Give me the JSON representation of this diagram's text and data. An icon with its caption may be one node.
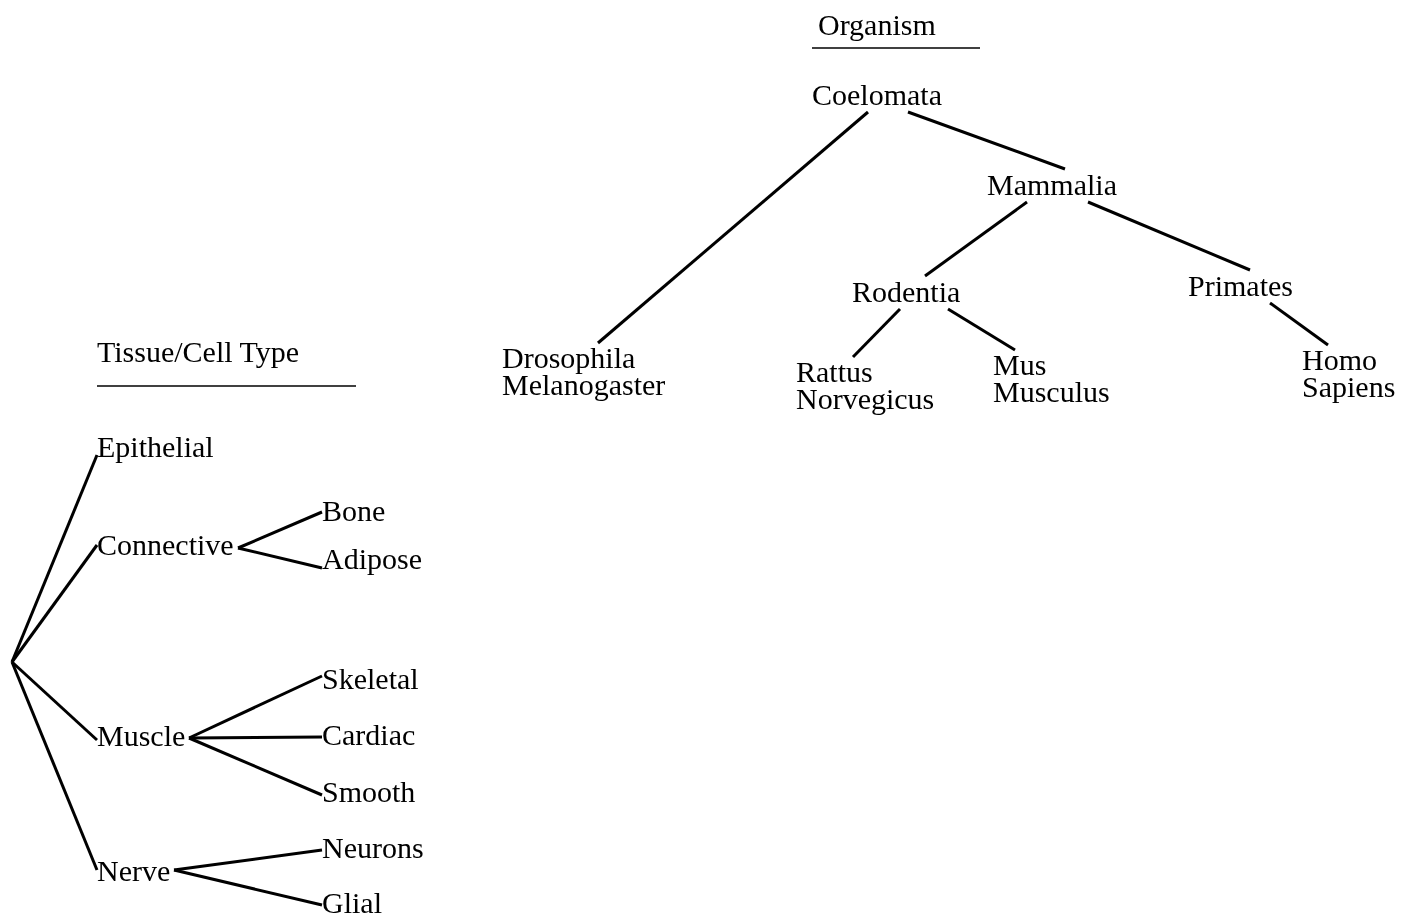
{
  "diagram": {
    "nodes": [
      {
        "text": [
          "Coelomata"
        ]
      },
      {
        "text": [
          "Mammalia"
        ]
      },
      {
        "text": [
          "Rodentia"
        ]
      },
      {
        "text": [
          "Primates"
        ]
      },
      {
        "text": [
          "Drosophila Melanogaster"
        ]
      },
      {
        "text": [
          "Rattus Norvegicus"
        ]
      },
      {
        "text": [
          "Mus Musculus"
        ]
      },
      {
        "text": [
          "Homo Sapiens"
        ]
      },
      {
        "text": [
          "Epithelial"
        ]
      },
      {
        "text": [
          "Connective"
        ]
      },
      {
        "text": [
          "Bone"
        ]
      },
      {
        "text": [
          "Adipose"
        ]
      },
      {
        "text": [
          "Muscle"
        ]
      },
      {
        "text": [
          "Skeletal"
        ]
      },
      {
        "text": [
          "Cardiac"
        ]
      },
      {
        "text": [
          "Smooth"
        ]
      },
      {
        "text": [
          "Nerve"
        ]
      },
      {
        "text": [
          "Neurons"
        ]
      },
      {
        "text": [
          "Glial"
        ]
      }
    ],
    "edges": [
      {
        "from": 0,
        "to": 4,
        "arrow": "none"
      },
      {
        "from": 0,
        "to": 1,
        "arrow": "none"
      },
      {
        "from": 1,
        "to": 2,
        "arrow": "none"
      },
      {
        "from": 1,
        "to": 3,
        "arrow": "none"
      },
      {
        "from": 2,
        "to": 5,
        "arrow": "none"
      },
      {
        "from": 2,
        "to": 6,
        "arrow": "none"
      },
      {
        "from": 3,
        "to": 7,
        "arrow": "none"
      },
      {
        "from": null,
        "to": 8,
        "arrow": "none"
      },
      {
        "from": null,
        "to": 9,
        "arrow": "none"
      },
      {
        "from": null,
        "to": 12,
        "arrow": "none"
      },
      {
        "from": null,
        "to": 16,
        "arrow": "none"
      },
      {
        "from": 9,
        "to": 10,
        "arrow": "none"
      },
      {
        "from": 9,
        "to": 11,
        "arrow": "none"
      },
      {
        "from": 12,
        "to": 13,
        "arrow": "none"
      },
      {
        "from": 12,
        "to": 14,
        "arrow": "none"
      },
      {
        "from": 12,
        "to": 15,
        "arrow": "none"
      },
      {
        "from": 16,
        "to": 17,
        "arrow": "none"
      },
      {
        "from": 16,
        "to": 18,
        "arrow": "none"
      }
    ],
    "labels": [
      "Organism",
      "Tissue/Cell Type"
    ]
  }
}
